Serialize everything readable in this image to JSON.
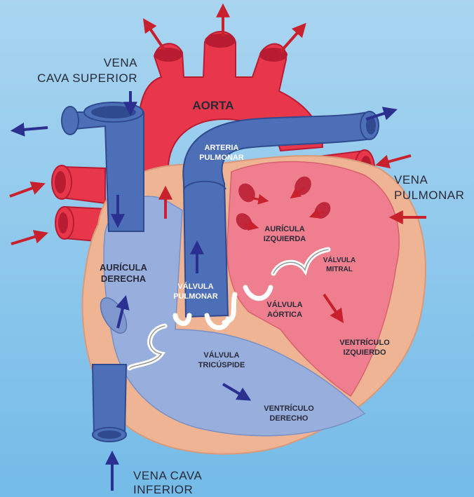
{
  "colors": {
    "background_top": "#a6d3ef",
    "background_bottom": "#7cc0ea",
    "artery_red": "#e8364a",
    "artery_dark": "#b81c33",
    "vein_blue": "#4d6fb8",
    "vein_dark": "#2f4a8f",
    "chamber_pink": "#ef7f8e",
    "chamber_blue": "#98aedd",
    "wall_tan": "#efb493",
    "arrow_red": "#c8202d",
    "arrow_blue": "#2b2f8f",
    "valve_white": "#ffffff",
    "label_dark": "#2a2a3a",
    "label_light": "#ffffff"
  },
  "labels": {
    "vena_cava_superior": [
      "VENA",
      "CAVA SUPERIOR"
    ],
    "aorta": "AORTA",
    "arteria_pulmonar": [
      "ARTERIA",
      "PULMONAR"
    ],
    "vena_pulmonar": [
      "VENA",
      "PULMONAR"
    ],
    "auricula_izquierda": [
      "AURÍCULA",
      "IZQUIERDA"
    ],
    "auricula_derecha": [
      "AURÍCULA",
      "DERECHA"
    ],
    "valvula_mitral": [
      "VÁLVULA",
      "MITRAL"
    ],
    "valvula_pulmonar": [
      "VÁLVULA",
      "PULMONAR"
    ],
    "valvula_aortica": [
      "VÁLVULA",
      "AÓRTICA"
    ],
    "valvula_tricuspide": [
      "VÁLVULA",
      "TRICÚSPIDE"
    ],
    "ventriculo_izquierdo": [
      "VENTRÍCULO",
      "IZQUIERDO"
    ],
    "ventriculo_derecho": [
      "VENTRÍCULO",
      "DERECHO"
    ],
    "vena_cava_inferior": [
      "VENA CAVA",
      "INFERIOR"
    ]
  }
}
